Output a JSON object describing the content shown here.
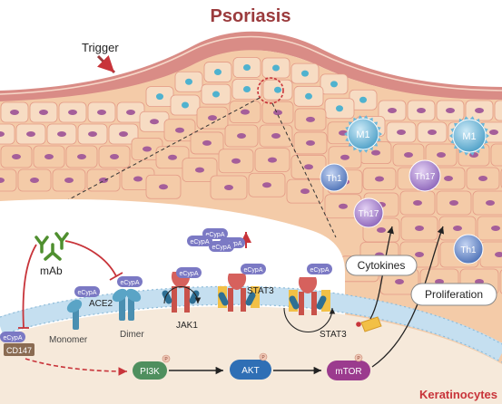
{
  "title": "Psoriasis",
  "trigger": "Trigger",
  "mab": "mAb",
  "ecypa": "eCypA",
  "cd147": "CD147",
  "ace2": "ACE2",
  "monomer": "Monomer",
  "dimer": "Dimer",
  "jak1": "JAK1",
  "stat3_receptor": "STAT3",
  "stat3_free": "STAT3",
  "cytokines": "Cytokines",
  "proliferation": "Proliferation",
  "keratinocytes": "Keratinocytes",
  "pi3k": "PI3K",
  "akt": "AKT",
  "mtor": "mTOR",
  "phospho": "P",
  "cells": {
    "m1": "M1",
    "th1": "Th1",
    "th17": "Th17"
  },
  "colors": {
    "title": "#9b3b3d",
    "skin": "#f3c9a4",
    "cell_border": "#e39a86",
    "nucleus": "#a55e9a",
    "blue_nucleus": "#4fb2cf",
    "membrane": "#b9d7ea",
    "inhibit": "#c8343a"
  }
}
